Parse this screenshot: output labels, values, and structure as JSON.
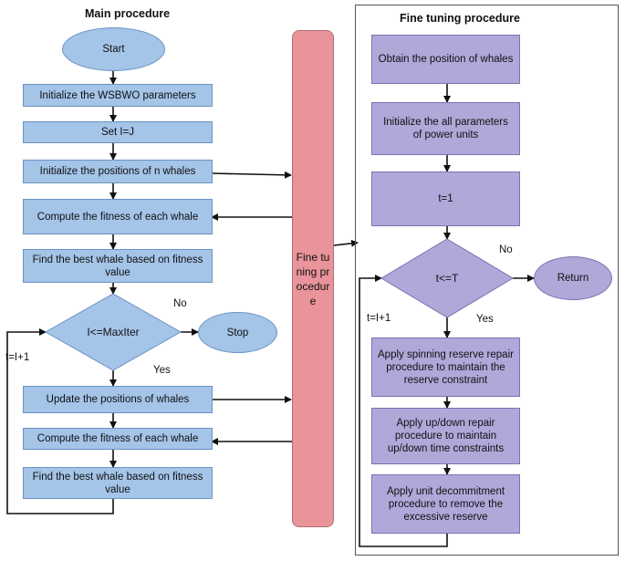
{
  "main": {
    "title": "Main procedure",
    "start": "Start",
    "init_params": "Initialize the WSBWO parameters",
    "set_i": "Set I=J",
    "init_positions": "Initialize the positions of n whales",
    "compute_fitness_1": "Compute the fitness of each whale",
    "find_best_1": "Find the best whale based on fitness value",
    "decision": "I<=MaxIter",
    "no_label": "No",
    "yes_label": "Yes",
    "stop": "Stop",
    "loop_label": "t=I+1",
    "update_positions": "Update the positions of whales",
    "compute_fitness_2": "Compute the fitness of each whale",
    "find_best_2": "Find the best whale based on fitness value"
  },
  "middle": {
    "fine_tuning_bar": "Fine tuning procedure"
  },
  "fine": {
    "title": "Fine tuning procedure",
    "obtain": "Obtain the position of whales",
    "init_all": "Initialize the all parameters of power units",
    "t_init": "t=1",
    "decision": "t<=T",
    "no_label": "No",
    "yes_label": "Yes",
    "return": "Return",
    "loop_label": "t=I+1",
    "spinning": "Apply spinning reserve repair procedure to maintain the reserve constraint",
    "updown": "Apply up/down repair procedure to maintain up/down time constraints",
    "decommit": "Apply unit decommitment procedure to remove the excessive reserve"
  },
  "colors": {
    "blue_fill": "#a4c4e8",
    "purple_fill": "#b1a7d9",
    "bar_fill": "#e8949a"
  }
}
